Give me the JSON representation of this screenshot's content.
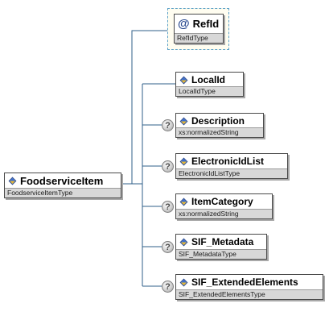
{
  "root": {
    "name": "FoodserviceItem",
    "type": "FoodserviceItemType"
  },
  "attribute": {
    "name": "RefId",
    "type": "RefIdType",
    "icon": "at-sign-icon"
  },
  "children": [
    {
      "name": "LocalId",
      "type": "LocalIdType",
      "optional": false
    },
    {
      "name": "Description",
      "type": "xs:normalizedString",
      "optional": true
    },
    {
      "name": "ElectronicIdList",
      "type": "ElectronicIdListType",
      "optional": true
    },
    {
      "name": "ItemCategory",
      "type": "xs:normalizedString",
      "optional": true
    },
    {
      "name": "SIF_Metadata",
      "type": "SIF_MetadataType",
      "optional": true
    },
    {
      "name": "SIF_ExtendedElements",
      "type": "SIF_ExtendedElementsType",
      "optional": true
    }
  ],
  "colors": {
    "connector": "#2f5f8a",
    "type_band": "#d8d8d8",
    "attribute_border": "#5aa0c8"
  },
  "optional_mark": "?"
}
